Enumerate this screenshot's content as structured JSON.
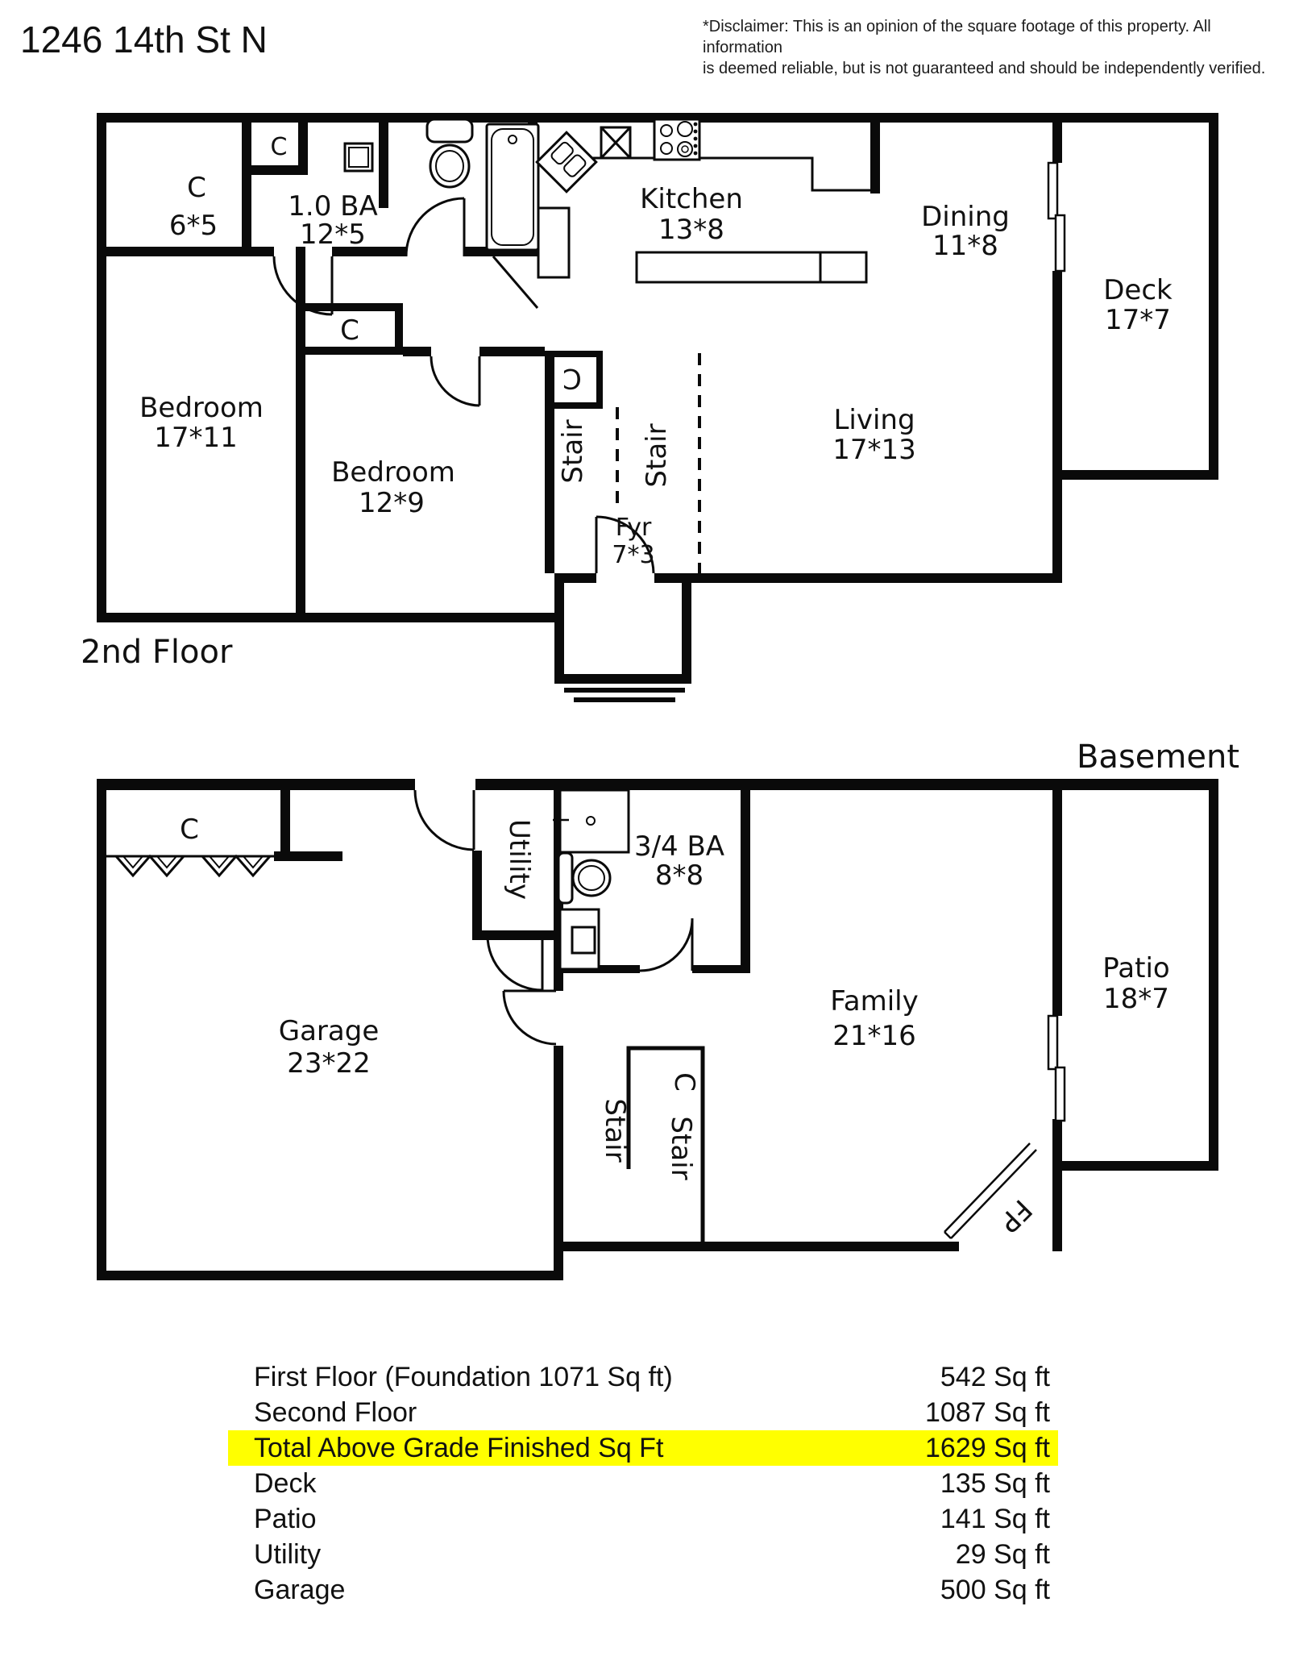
{
  "header": {
    "title": "1246 14th St N",
    "disclaimer_line1": "*Disclaimer: This is an opinion of the square footage of this property. All information",
    "disclaimer_line2": "is deemed reliable, but is not guaranteed and should be independently verified."
  },
  "second_floor": {
    "label": "2nd Floor",
    "rooms": {
      "closet_nw": {
        "name": "C",
        "dims": "6*5"
      },
      "bath": {
        "name": "1.0 BA",
        "dims": "12*5"
      },
      "closet_bath": {
        "name": "C"
      },
      "kitchen": {
        "name": "Kitchen",
        "dims": "13*8"
      },
      "dining": {
        "name": "Dining",
        "dims": "11*8"
      },
      "deck": {
        "name": "Deck",
        "dims": "17*7"
      },
      "bedroom_large": {
        "name": "Bedroom",
        "dims": "17*11"
      },
      "bedroom_small": {
        "name": "Bedroom",
        "dims": "12*9"
      },
      "closet_hall": {
        "name": "C"
      },
      "closet_stair": {
        "name": "C"
      },
      "stair_upper": {
        "name": "Stair"
      },
      "stair_lower": {
        "name": "Stair"
      },
      "foyer": {
        "name": "Fyr",
        "dims": "7*3"
      },
      "living": {
        "name": "Living",
        "dims": "17*13"
      }
    }
  },
  "basement": {
    "label": "Basement",
    "rooms": {
      "closet": {
        "name": "C"
      },
      "utility": {
        "name": "Utility"
      },
      "bath": {
        "name": "3/4 BA",
        "dims": "8*8"
      },
      "garage": {
        "name": "Garage",
        "dims": "23*22"
      },
      "stair_hall": {
        "name": "Stair"
      },
      "closet_stair": {
        "name": "C"
      },
      "stair_box": {
        "name": "Stair"
      },
      "family": {
        "name": "Family",
        "dims": "21*16"
      },
      "patio": {
        "name": "Patio",
        "dims": "18*7"
      },
      "fireplace": {
        "name": "FP"
      }
    }
  },
  "summary": {
    "rows": [
      {
        "label": "First Floor (Foundation 1071 Sq ft)",
        "value": "542 Sq ft"
      },
      {
        "label": "Second Floor",
        "value": "1087 Sq ft"
      },
      {
        "label": "Total Above Grade Finished Sq Ft",
        "value": "1629 Sq ft"
      },
      {
        "label": "Deck",
        "value": "135 Sq ft"
      },
      {
        "label": "Patio",
        "value": "141 Sq ft"
      },
      {
        "label": "Utility",
        "value": "29 Sq ft"
      },
      {
        "label": "Garage",
        "value": "500 Sq ft"
      }
    ]
  }
}
